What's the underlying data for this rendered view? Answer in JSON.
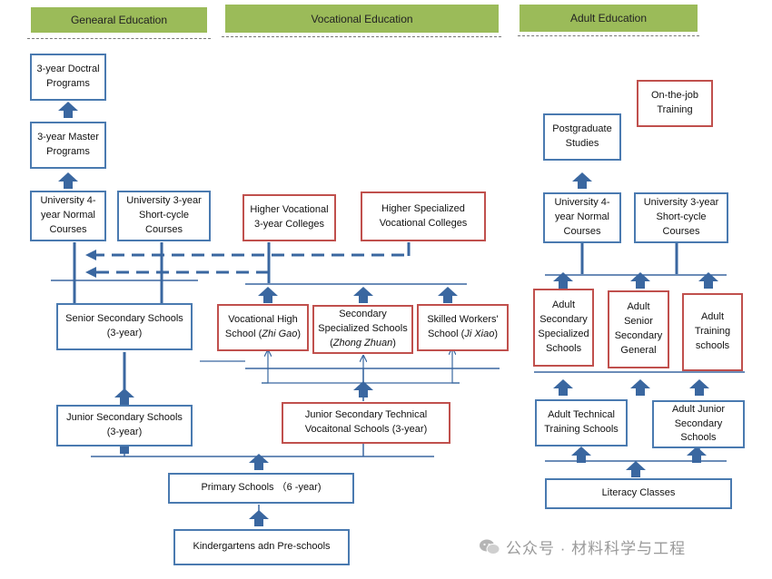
{
  "headers": {
    "general": "Genearal Education",
    "vocational": "Vocational Education",
    "adult": "Adult Education"
  },
  "general": {
    "doctoral": "3-year Doctral\nPrograms",
    "master": "3-year Master\nPrograms",
    "univ4": "University 4-\nyear Normal\nCourses",
    "univ3": "University 3-year\nShort-cycle\nCourses",
    "senior": "Senior Secondary Schools\n(3-year)",
    "junior": "Junior Secondary Schools\n(3-year)",
    "primary": "Primary Schools （6 -year)",
    "kinder": "Kindergartens adn Pre-schools"
  },
  "vocational": {
    "higher_voc": "Higher Vocational\n3-year Colleges",
    "higher_spec": "Higher Specialized\nVocational  Colleges",
    "voc_high_prefix": "Vocational High\nSchool (",
    "voc_high_term": "Zhi Gao",
    "voc_high_suffix": ")",
    "sec_spec_prefix": "Secondary\nSpecialized  Schools\n(",
    "sec_spec_term": "Zhong Zhuan",
    "sec_spec_suffix": ")",
    "skilled_prefix": "Skilled Workers'\nSchool (",
    "skilled_term": "Ji Xiao",
    "skilled_suffix": ")",
    "junior_tech": "Junior Secondary Technical\nVocaitonal Schools  (3-year)"
  },
  "adult": {
    "onjob": "On-the-job\nTraining",
    "postgrad": "Postgraduate\nStudies",
    "univ4": "University 4-\nyear Normal\nCourses",
    "univ3": "University  3-year\nShort-cycle\nCourses",
    "sec_spec": "Adult\nSecondary\nSpecialized\nSchools",
    "senior_gen": "Adult\nSenior\nSecondary\nGeneral",
    "training": "Adult\nTraining\nschools",
    "tech": "Adult Technical\nTraining Schools",
    "junior": "Adult Junior\nSecondary\nSchools",
    "literacy": "Literacy Classes"
  },
  "watermark": "公众号 · 材料科学与工程",
  "colors": {
    "header_green": "#9bbb59",
    "box_blue": "#4a7ab0",
    "box_red": "#c0504d",
    "arrow_blue": "#3a67a0"
  }
}
